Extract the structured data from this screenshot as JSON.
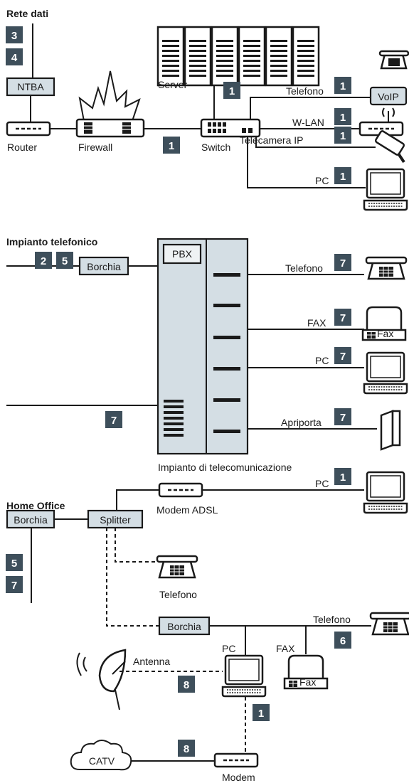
{
  "sections": {
    "data_network": "Rete dati",
    "telephone": "Impianto telefonico",
    "home_office": "Home Office"
  },
  "data_network": {
    "ntba": "NTBA",
    "router": "Router",
    "firewall": "Firewall",
    "server": "Server",
    "switch": "Switch",
    "telefono": "Telefono",
    "voip": "VoIP",
    "wlan": "W-LAN",
    "camera": "Telecamera IP",
    "pc": "PC",
    "badges": [
      "3",
      "4",
      "1",
      "1",
      "1",
      "1",
      "1",
      "1"
    ]
  },
  "telephone": {
    "borchia": "Borchia",
    "pbx": "PBX",
    "telefono": "Telefono",
    "fax": "FAX",
    "fax_label": "Fax",
    "pc": "PC",
    "apriporta": "Apriporta",
    "system": "Impianto di telecomunicazione",
    "badges": [
      "2",
      "5",
      "7",
      "7",
      "7",
      "7",
      "7"
    ]
  },
  "home_office": {
    "borchia": "Borchia",
    "splitter": "Splitter",
    "modem_adsl": "Modem ADSL",
    "pc_top": "PC",
    "telefono_small": "Telefono",
    "borchia2": "Borchia",
    "telefono": "Telefono",
    "pc": "PC",
    "fax": "FAX",
    "fax_label": "Fax",
    "antenna": "Antenna",
    "catv": "CATV",
    "modem": "Modem",
    "badges": [
      "1",
      "5",
      "7",
      "6",
      "8",
      "1",
      "8"
    ]
  }
}
